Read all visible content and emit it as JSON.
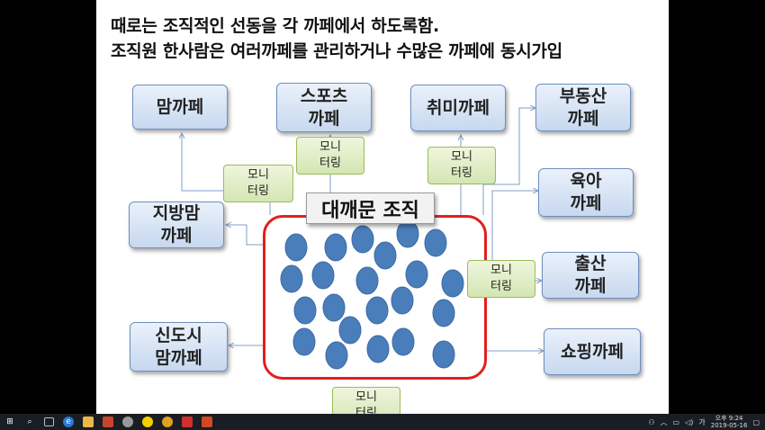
{
  "slide": {
    "title_line1": "때로는 조직적인 선동을 각 까페에서 하도록함.",
    "title_line2": "조직원 한사람은 여러까페를 관리하거나 수많은 까페에 동시가입",
    "center_label": "대깨문 조직",
    "monitoring_label": "모니\n터링",
    "cafes": {
      "mom": "맘까페",
      "sports": "스포츠\n까페",
      "hobby": "취미까페",
      "realestate": "부동산\n까페",
      "parenting": "육아\n까페",
      "birth": "출산\n까페",
      "shopping": "쇼핑까페",
      "local_mom": "지방맘\n까페",
      "newtown_mom": "신도시\n맘까페"
    },
    "colors": {
      "frame": "#e02020",
      "member": "#4a7ebb",
      "cafe_box": "#c7d8ef",
      "monitor_box": "#d4e6b3"
    }
  },
  "taskbar": {
    "tray_lang": "가",
    "clock_time": "오후 9:24",
    "clock_date": "2019-05-16"
  }
}
